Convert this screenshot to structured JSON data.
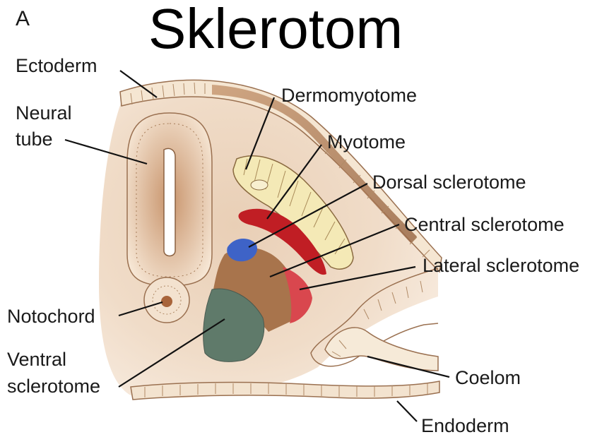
{
  "panel_letter": "A",
  "title": "Sklerotom",
  "labels": {
    "ectoderm": "Ectoderm",
    "neural_tube": [
      "Neural",
      "tube"
    ],
    "notochord": "Notochord",
    "ventral_sclerotome": [
      "Ventral",
      "sclerotome"
    ],
    "dermomyotome": "Dermomyotome",
    "myotome": "Myotome",
    "dorsal_sclerotome": "Dorsal sclerotome",
    "central_sclerotome": "Central sclerotome",
    "lateral_sclerotome": "Lateral sclerotome",
    "coelom": "Coelom",
    "endoderm": "Endoderm"
  },
  "colors": {
    "tissue": "#efd9c4",
    "tissue_dark": "#b8865f",
    "dorsal_sclerotome": "#c01e24",
    "central_sclerotome": "#a06a44",
    "lateral_sclerotome": "#d9474e",
    "ventral_sclerotome": "#5f7a6a",
    "blue_region": "#3e63c7",
    "myotome": "#f2e6a8"
  }
}
